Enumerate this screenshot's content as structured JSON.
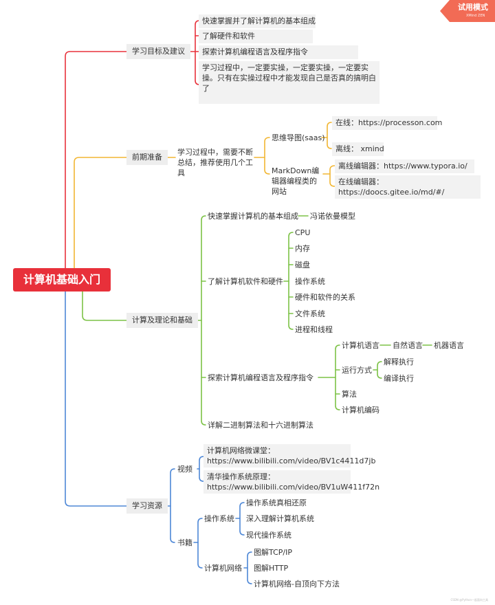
{
  "root": {
    "label": "计算机基础入门"
  },
  "badge": {
    "label": "试用模式",
    "sub": "XMind ZEN"
  },
  "footer": {
    "text": "CSDN @Python一起面向工具"
  },
  "colors": {
    "red": "#e8303a",
    "orange": "#f2b632",
    "green": "#7cc246",
    "blue": "#4d87d6"
  },
  "branches": {
    "goals": {
      "label": "学习目标及建议",
      "items": [
        "快速掌握并了解计算机的基本组成",
        "了解硬件和软件",
        "探索计算机编程语言及程序指令",
        "学习过程中，一定要实操，一定要实操，一定要实操。只有在实操过程中才能发现自己是否真的搞明白了"
      ]
    },
    "prep": {
      "label": "前期准备",
      "summary": "学习过程中，需要不断总结，推荐使用几个工具",
      "mindmap": {
        "label": "思维导图(saas)",
        "online": "在线：https://processon.com",
        "offline": "离线： xmind"
      },
      "markdown": {
        "label": "MarkDown编辑器编程类的网站",
        "offline": "离线编辑器：https://www.typora.io/",
        "online": "在线编辑器：https://doocs.gitee.io/md/#/"
      }
    },
    "theory": {
      "label": "计算及理论和基础",
      "basic": {
        "label": "快速掌握计算机的基本组成",
        "model": "冯诺依曼模型"
      },
      "hw": {
        "label": "了解计算机软件和硬件",
        "items": [
          "CPU",
          "内存",
          "磁盘",
          "操作系统",
          "硬件和软件的关系",
          "文件系统",
          "进程和线程"
        ]
      },
      "lang": {
        "label": "探索计算机编程语言及程序指令",
        "chain": [
          "计算机语言",
          "自然语言",
          "机器语言"
        ],
        "run": {
          "label": "运行方式",
          "items": [
            "解释执行",
            "编译执行"
          ]
        },
        "algo": "算法",
        "code": "计算机编码"
      },
      "binary": "详解二进制算法和十六进制算法"
    },
    "resources": {
      "label": "学习资源",
      "video": {
        "label": "视频",
        "items": [
          "计算机网络微课堂：https://www.bilibili.com/video/BV1c4411d7jb",
          "清华操作系统原理：https://www.bilibili.com/video/BV1uW411f72n"
        ]
      },
      "books": {
        "label": "书籍",
        "os": {
          "label": "操作系统",
          "items": [
            "操作系统真相还原",
            "深入理解计算机系统",
            "现代操作系统"
          ]
        },
        "net": {
          "label": "计算机网络",
          "items": [
            "图解TCP/IP",
            "图解HTTP",
            "计算机网络-自顶向下方法"
          ]
        }
      }
    }
  }
}
